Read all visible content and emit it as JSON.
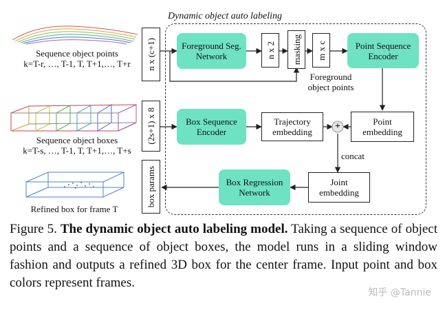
{
  "region_title": "Dynamic object auto labeling",
  "left": {
    "points_label": "Sequence object points\nk=T-r, …, T-1, T, T+1,…, T+r",
    "boxes_label": "Sequence object boxes\nk=T-s, …, T-1, T, T+1,…, T+s",
    "refined_label": "Refined box for frame T"
  },
  "tensors": {
    "input_points": "n x (c+1)",
    "input_boxes": "(2s+1) x 8",
    "output": "box params",
    "seg_out": "n x 2",
    "masking": "masking",
    "masked": "m x c"
  },
  "blocks": {
    "foreground_seg": "Foreground Seg.\nNetwork",
    "point_seq_encoder": "Point Sequence\nEncoder",
    "box_seq_encoder": "Box Sequence\nEncoder",
    "trajectory_embedding": "Trajectory\nembedding",
    "point_embedding": "Point\nembedding",
    "joint_embedding": "Joint\nembedding",
    "box_regression": "Box Regression\nNetwork"
  },
  "annotations": {
    "foreground_points": "Foreground\nobject points",
    "concat": "concat",
    "plus": "+"
  },
  "caption": {
    "prefix": "Figure 5. ",
    "title": "The dynamic object auto labeling model.",
    "body": " Taking a sequence of object points and a sequence of object boxes, the model runs in a sliding window fashion and outputs a refined 3D box for the center frame. Input point and box colors represent frames."
  },
  "watermark": "知乎 @Tannie",
  "colors": {
    "teal_block": "#6fe2c4",
    "text": "#111111"
  }
}
